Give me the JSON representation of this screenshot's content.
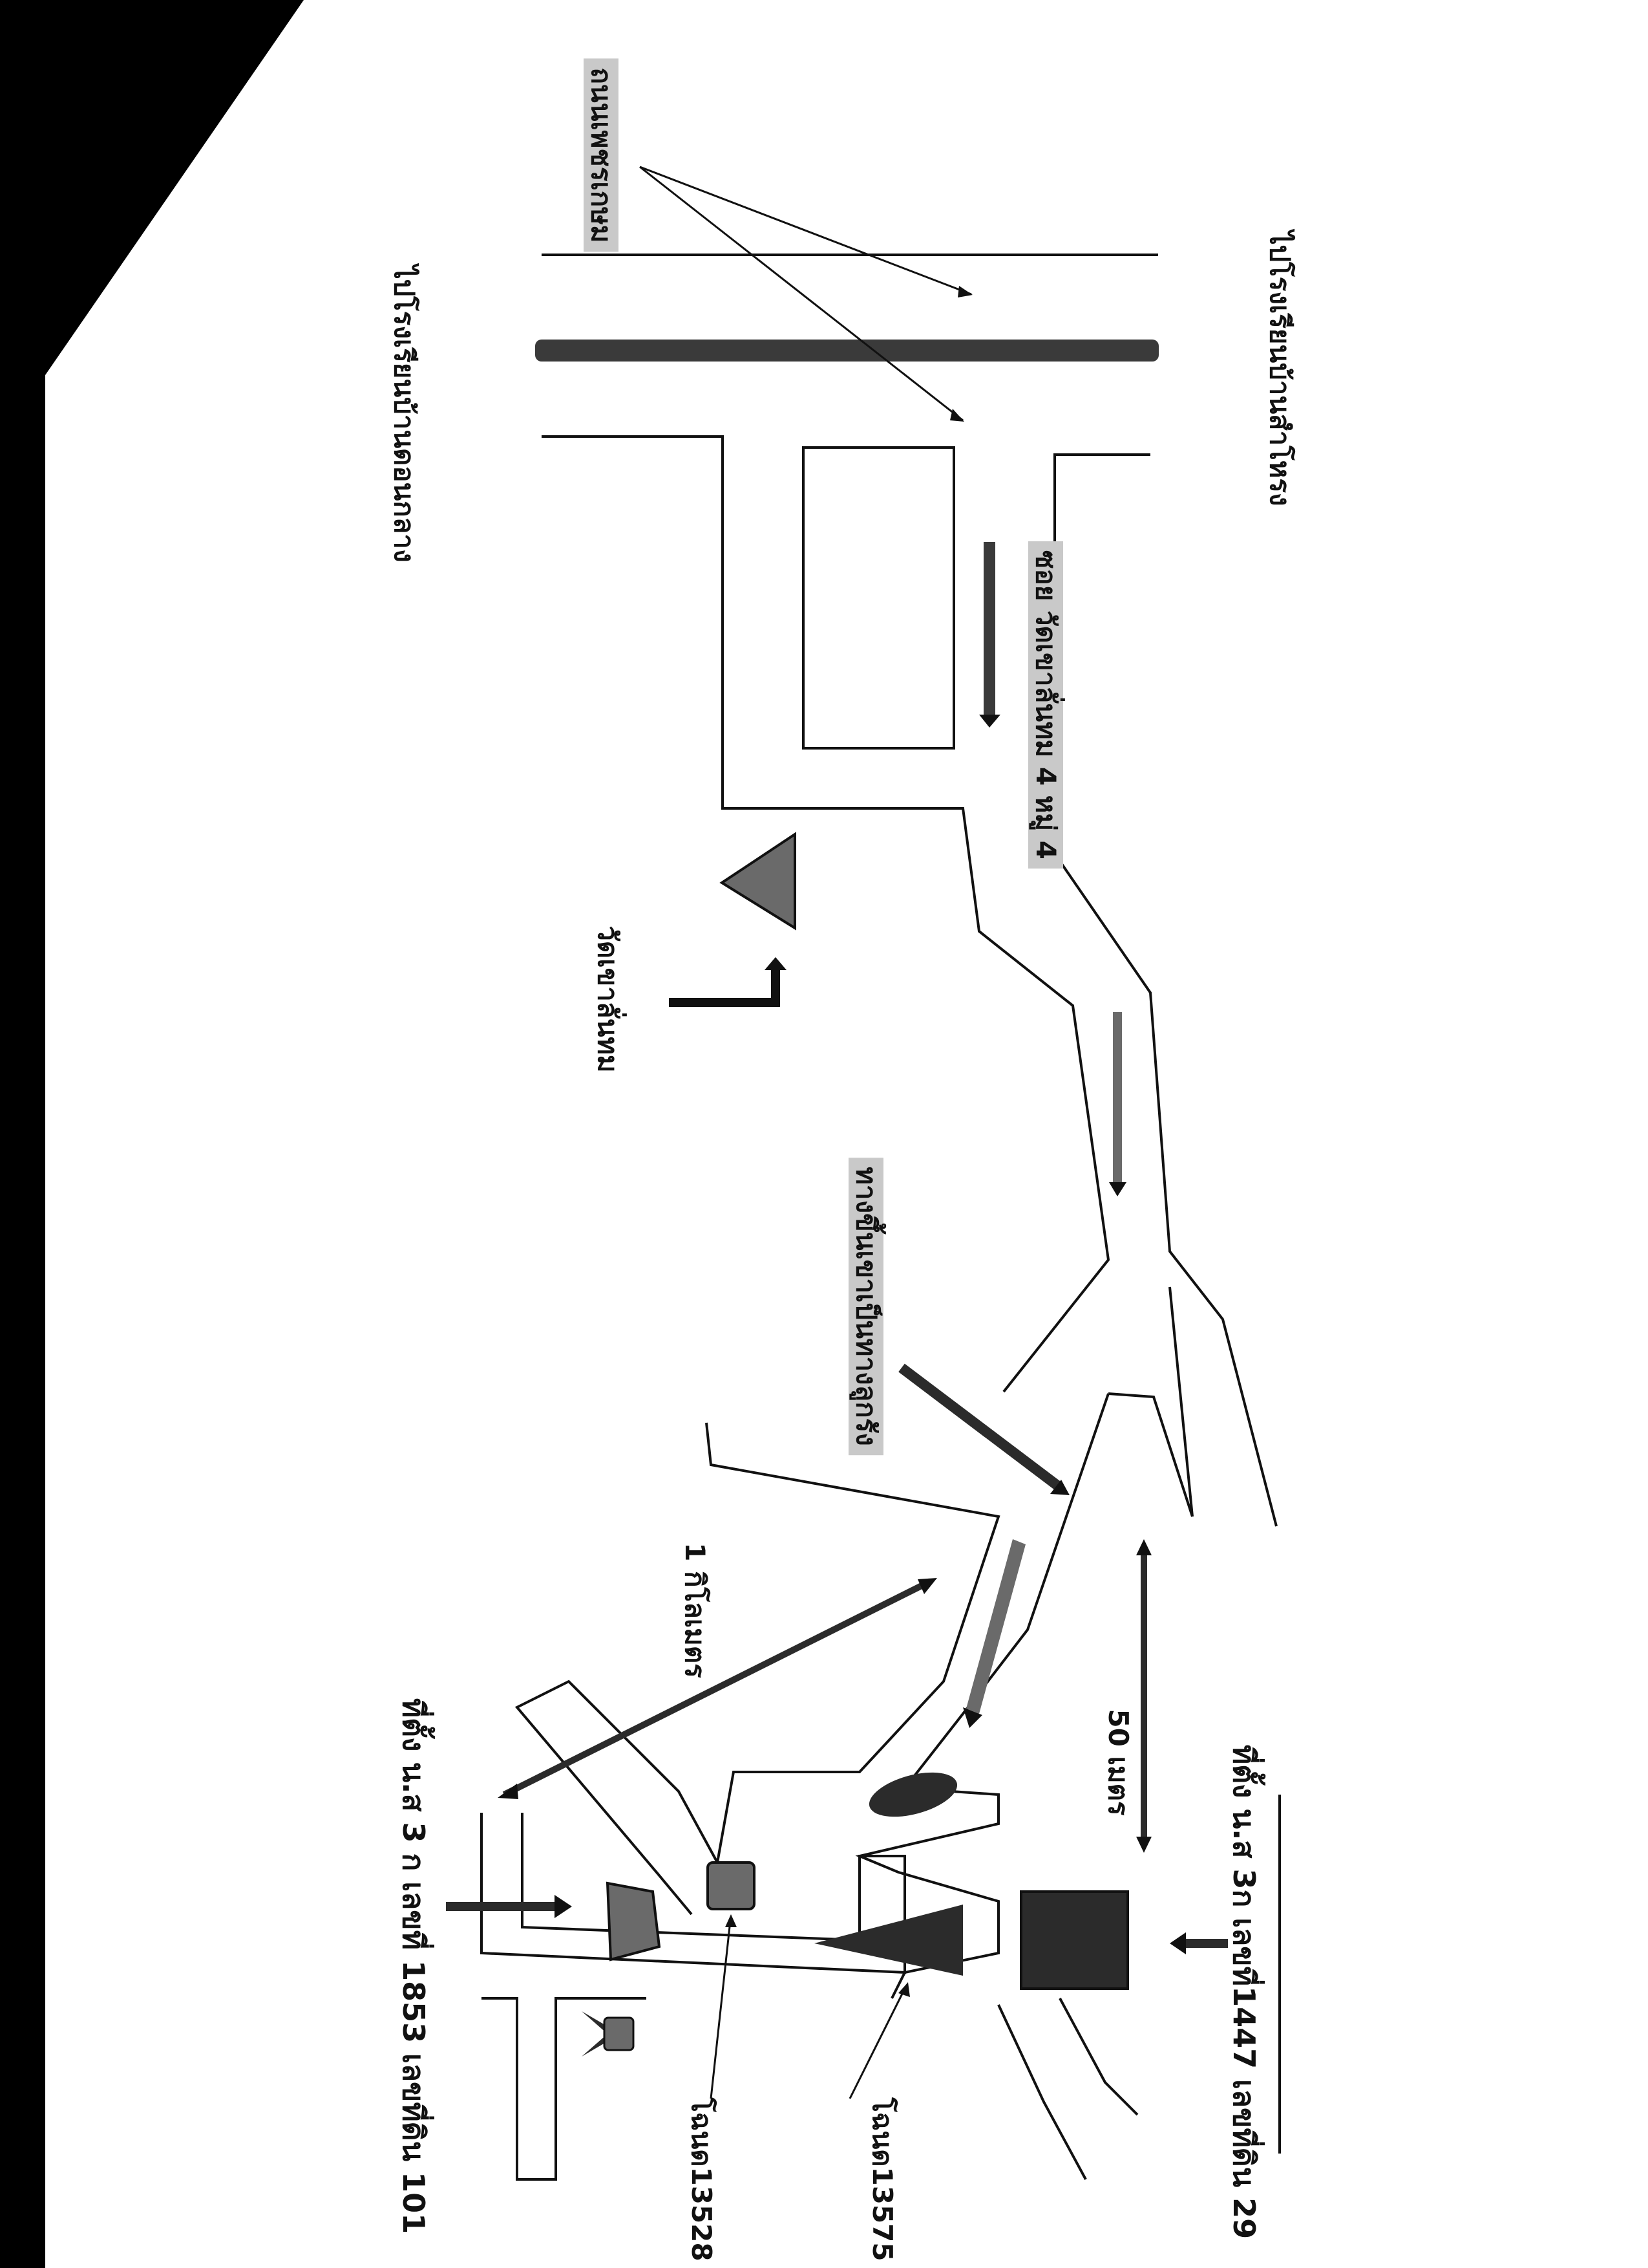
{
  "labels": {
    "road_phetkasem": "ถนนเพชรเกษม",
    "to_school_ban_don_klang": "ไปโรงเรียนบ้านดอนกลาง",
    "to_school_ban_sam_rong": "ไปโรงเรียนบ้านสำโหรง",
    "soi_wat": "ซอย วัดเขาลั่นทม 4 หมู่ 4",
    "wat_khao_lanthom": "วัดเขาลั่นทม",
    "uphill_path": "ทางขึ้นเขาเป็นทางลูกรัง",
    "distance_1km": "1 กิโลเมตร",
    "distance_50m": "50 เมตร",
    "site_1853": "ที่ตั้ง น.ส 3 ก เลขที่ 1853 เลขที่ดิน 101",
    "site_1447": "ที่ตั้ง น.ส 3ก เลขที่1447 เลขที่ดิน 29",
    "title_deed_13528": "โฉนด13528",
    "title_deed_13575": "โฉนด13575"
  },
  "colors": {
    "paper": "#ffffff",
    "ink": "#111111",
    "dark_fill": "#2b2b2b",
    "mid_fill": "#6a6a6a",
    "road_bar": "#3a3a3a",
    "highlight": "#c9c9c9",
    "scan_corner": "#000000"
  }
}
